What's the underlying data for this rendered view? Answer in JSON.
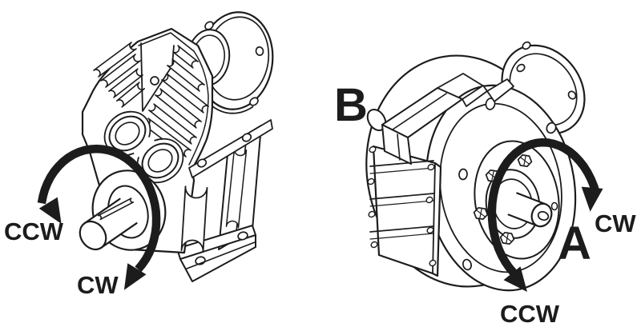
{
  "colors": {
    "background": "#ffffff",
    "ink": "#1c1c1c"
  },
  "left_unit": {
    "ccw_label": "CCW",
    "cw_label": "CW"
  },
  "right_unit": {
    "b_label": "B",
    "a_label": "A",
    "cw_label": "CW",
    "ccw_label": "CCW"
  }
}
